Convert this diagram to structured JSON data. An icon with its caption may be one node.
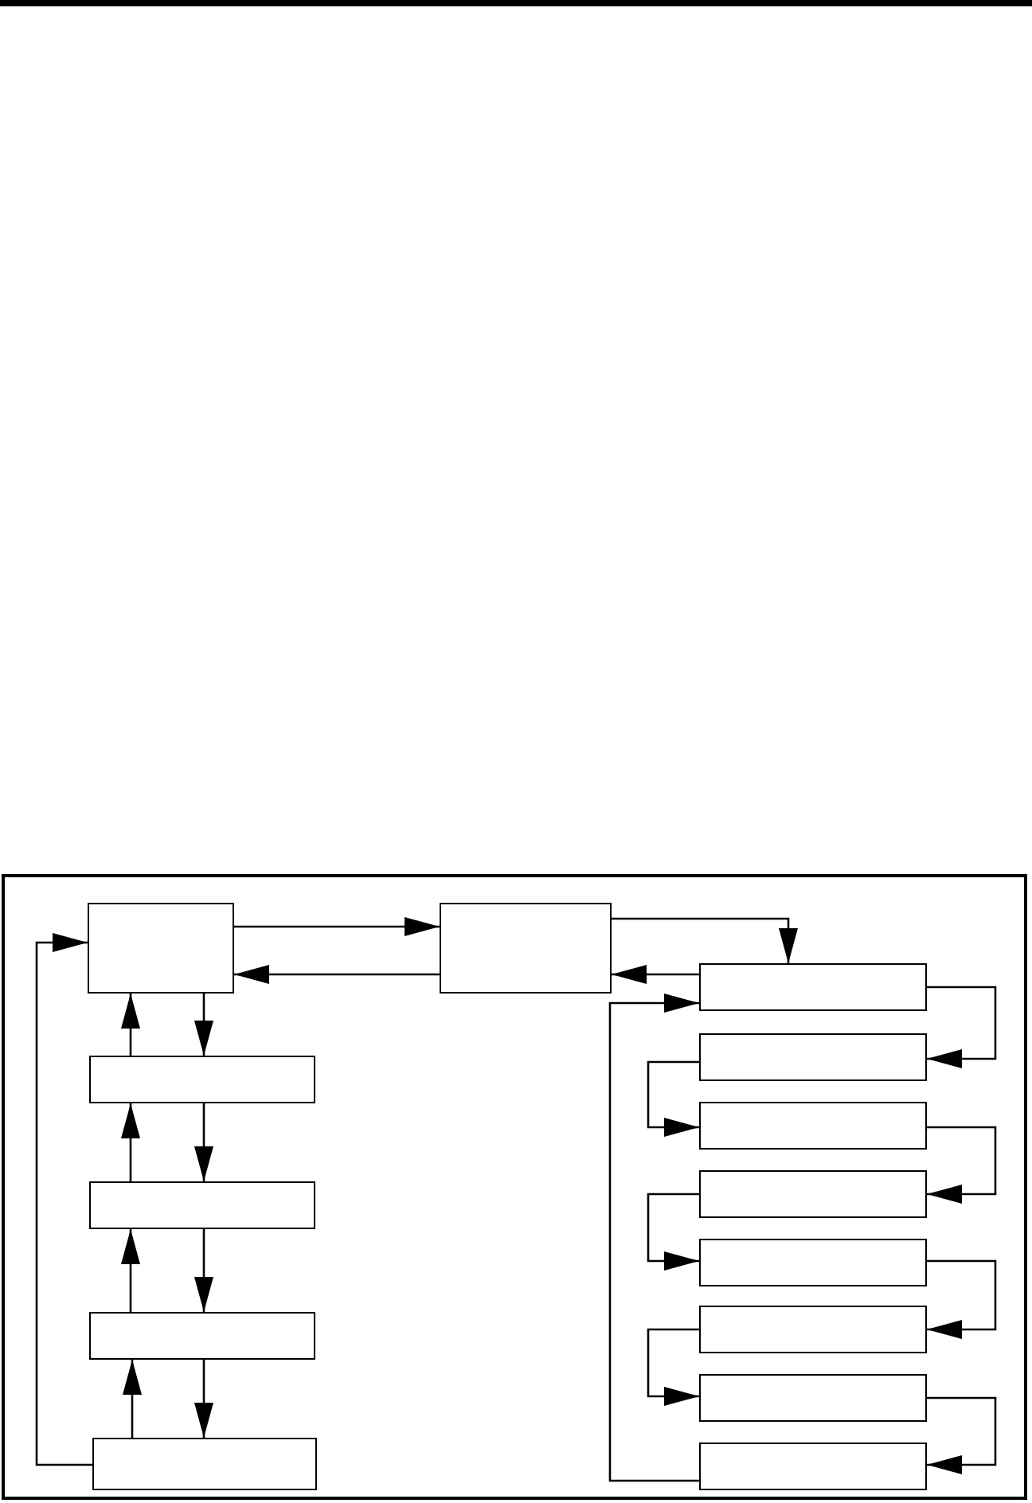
{
  "diagram": {
    "nodes": [
      {
        "text": [],
        "shape": "box"
      },
      {
        "text": [],
        "shape": "box"
      },
      {
        "text": [],
        "shape": "box"
      },
      {
        "text": [],
        "shape": "box"
      },
      {
        "text": [],
        "shape": "box"
      },
      {
        "text": [],
        "shape": "box"
      },
      {
        "text": [],
        "shape": "box"
      },
      {
        "text": [],
        "shape": "box"
      },
      {
        "text": [],
        "shape": "box"
      },
      {
        "text": [],
        "shape": "box"
      },
      {
        "text": [],
        "shape": "box"
      },
      {
        "text": [],
        "shape": "box"
      },
      {
        "text": [],
        "shape": "box"
      },
      {
        "text": [],
        "shape": "box"
      }
    ],
    "edges": [
      {
        "from": 0,
        "to": 1,
        "arrow": "to"
      },
      {
        "from": 1,
        "to": 0,
        "arrow": "to"
      },
      {
        "from": 1,
        "to": 6,
        "arrow": "to"
      },
      {
        "from": 6,
        "to": 1,
        "arrow": "to"
      },
      {
        "from": 13,
        "to": 6,
        "arrow": "to"
      },
      {
        "from": 6,
        "to": 7,
        "arrow": "to"
      },
      {
        "from": 7,
        "to": 8,
        "arrow": "to"
      },
      {
        "from": 8,
        "to": 9,
        "arrow": "to"
      },
      {
        "from": 9,
        "to": 10,
        "arrow": "to"
      },
      {
        "from": 10,
        "to": 11,
        "arrow": "to"
      },
      {
        "from": 11,
        "to": 12,
        "arrow": "to"
      },
      {
        "from": 12,
        "to": 13,
        "arrow": "to"
      },
      {
        "from": 0,
        "to": 2,
        "arrow": "to"
      },
      {
        "from": 2,
        "to": 0,
        "arrow": "to"
      },
      {
        "from": 2,
        "to": 3,
        "arrow": "to"
      },
      {
        "from": 3,
        "to": 2,
        "arrow": "to"
      },
      {
        "from": 3,
        "to": 4,
        "arrow": "to"
      },
      {
        "from": 4,
        "to": 3,
        "arrow": "to"
      },
      {
        "from": 4,
        "to": 5,
        "arrow": "to"
      },
      {
        "from": 5,
        "to": 4,
        "arrow": "to"
      },
      {
        "from": 5,
        "to": 0,
        "arrow": "to"
      }
    ]
  }
}
